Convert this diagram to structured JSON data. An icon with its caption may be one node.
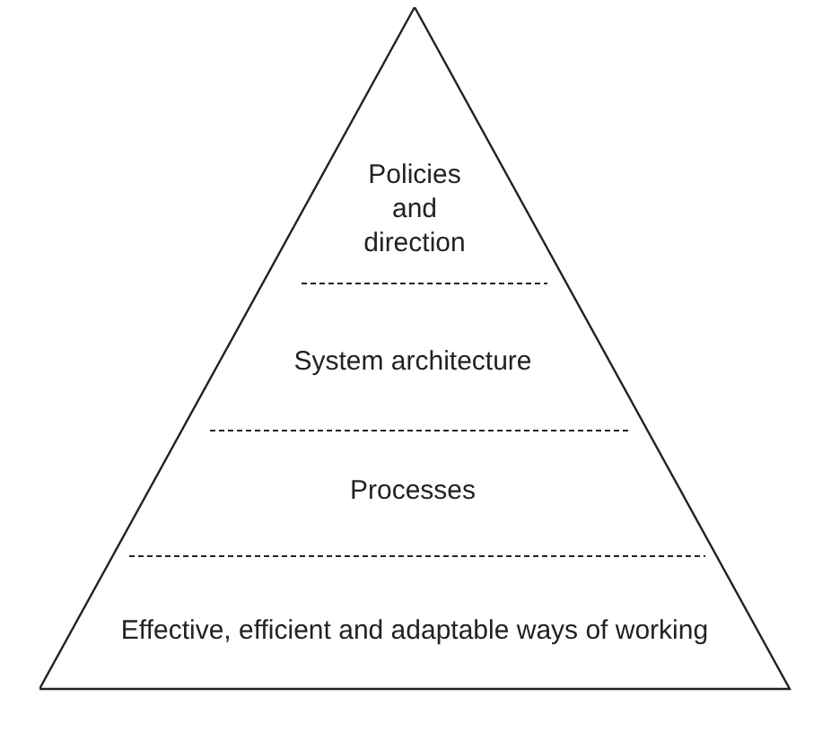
{
  "diagram": {
    "nodes": [
      {
        "text": [],
        "shape": "triangle"
      },
      {
        "text": [
          "Policies and direction"
        ],
        "in": 0
      },
      {
        "text": [
          "System architecture"
        ],
        "in": 0
      },
      {
        "text": [
          "Processes"
        ],
        "in": 0
      },
      {
        "text": [
          "Effective, efficient and adaptable ways of working"
        ],
        "in": 0
      }
    ],
    "edges": []
  }
}
